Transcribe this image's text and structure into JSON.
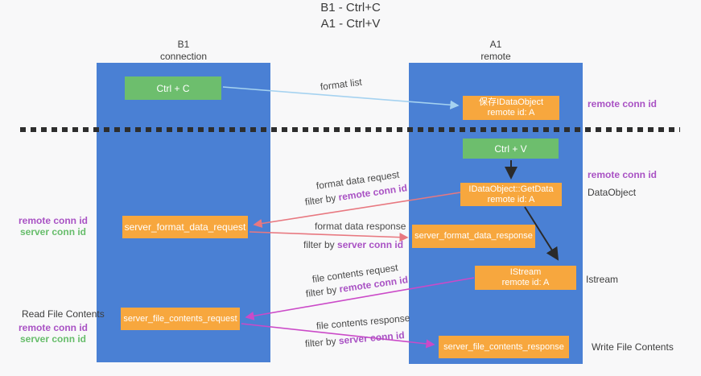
{
  "title": {
    "line1": "B1 - Ctrl+C",
    "line2": "A1 - Ctrl+V"
  },
  "lanes": {
    "left": {
      "header_line1": "B1",
      "header_line2": "connection"
    },
    "right": {
      "header_line1": "A1",
      "header_line2": "remote"
    }
  },
  "boxes": {
    "ctrl_c": {
      "label": "Ctrl + C"
    },
    "save_dataobject": {
      "line1": "保存IDataObject",
      "line2": "remote id: A"
    },
    "ctrl_v": {
      "label": "Ctrl + V"
    },
    "getdata": {
      "line1": "IDataObject::GetData",
      "line2": "remote id: A"
    },
    "format_request": {
      "label": "server_format_data_request"
    },
    "format_response": {
      "label": "server_format_data_response"
    },
    "istream": {
      "line1": "IStream",
      "line2": "remote id: A"
    },
    "file_request": {
      "label": "server_file_contents_request"
    },
    "file_response": {
      "label": "server_file_contents_response"
    }
  },
  "side_labels": {
    "right_remote_conn_top": "remote conn id",
    "right_remote_conn_mid": "remote conn id",
    "dataobject": "DataObject",
    "istream": "Istream",
    "write_file_contents": "Write File Contents",
    "left_remote_conn_1": "remote conn id",
    "left_server_conn_1": "server conn id",
    "read_file_contents": "Read File Contents",
    "left_remote_conn_2": "remote conn id",
    "left_server_conn_2": "server conn id"
  },
  "arrow_labels": {
    "format_list": "format list",
    "format_data_request": "format data request",
    "format_data_response": "format data response",
    "file_contents_request": "file contents request",
    "file_contents_response": "file contents response",
    "filter_request_1": {
      "prefix": "filter by ",
      "value": "remote conn id"
    },
    "filter_response_1": {
      "prefix": "filter by ",
      "value": "server conn id"
    },
    "filter_request_2": {
      "prefix": "filter by ",
      "value": "remote conn id"
    },
    "filter_response_2": {
      "prefix": "filter by ",
      "value": "server conn id"
    }
  },
  "colors": {
    "lane_blue": "#4a80d4",
    "box_orange": "#f7a73e",
    "box_green": "#6dbe6d",
    "purple_label": "#a952c4",
    "green_label": "#67bd6b",
    "arrow_red": "#e87880",
    "arrow_magenta": "#cb4ac8",
    "arrow_light_blue": "#a5d2f0",
    "arrow_black": "#2a2a2a",
    "dark_text": "#3d3d3d"
  }
}
